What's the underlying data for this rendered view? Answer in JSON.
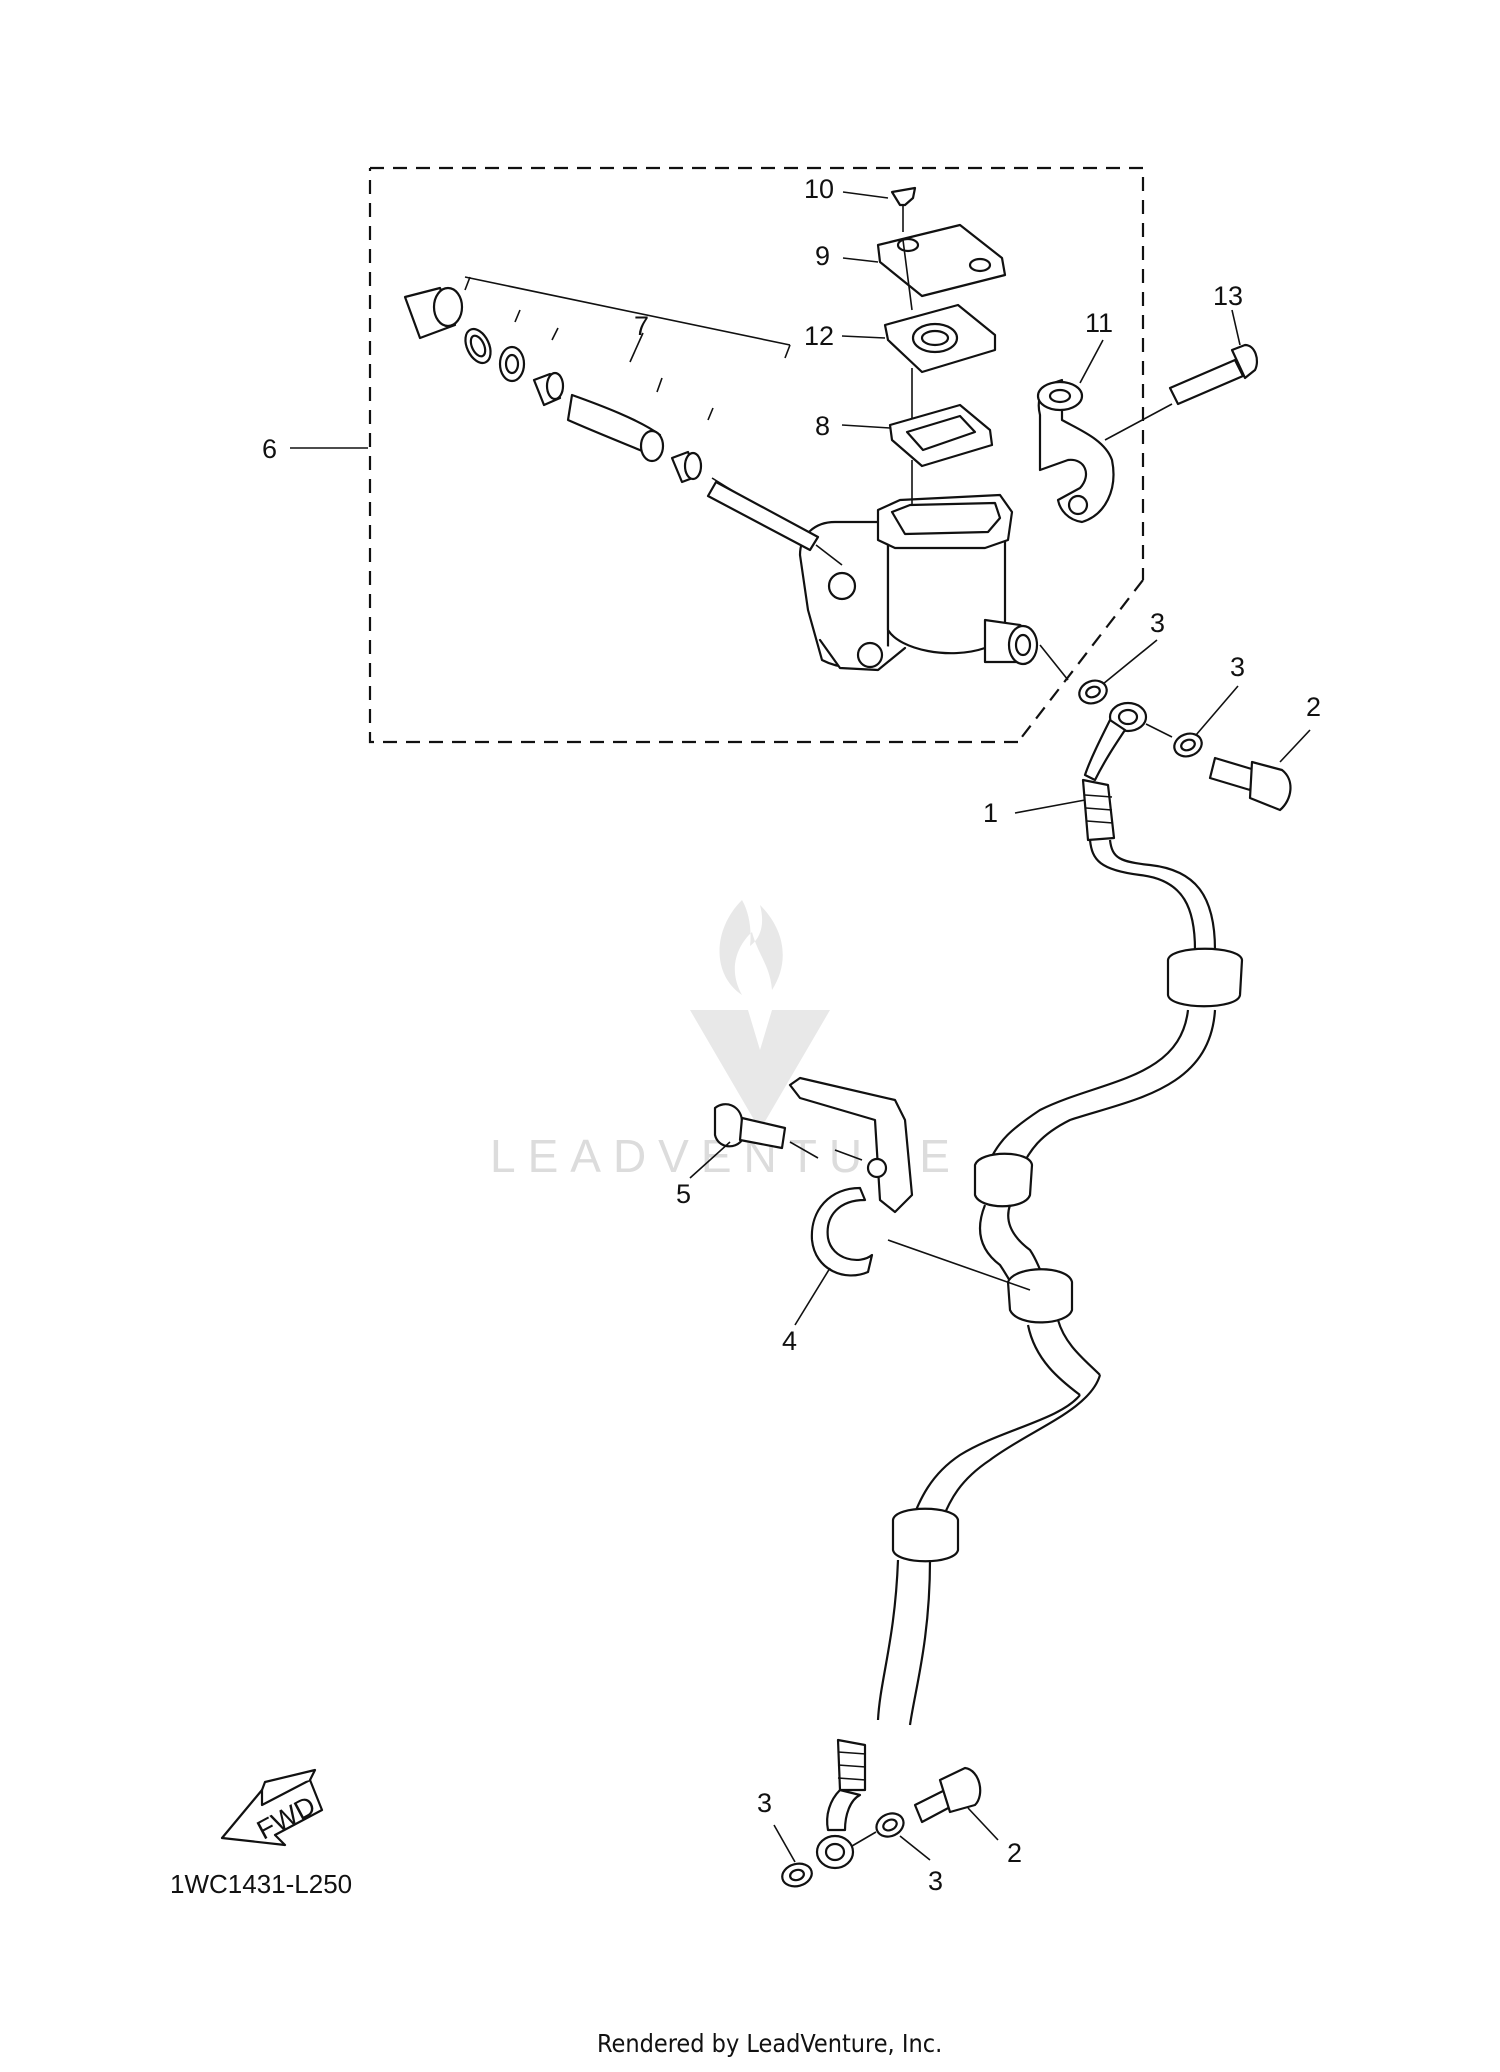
{
  "diagram": {
    "callouts": [
      {
        "id": "1",
        "text": "1"
      },
      {
        "id": "2a",
        "text": "2"
      },
      {
        "id": "2b",
        "text": "2"
      },
      {
        "id": "3a",
        "text": "3"
      },
      {
        "id": "3b",
        "text": "3"
      },
      {
        "id": "3c",
        "text": "3"
      },
      {
        "id": "3d",
        "text": "3"
      },
      {
        "id": "4",
        "text": "4"
      },
      {
        "id": "5",
        "text": "5"
      },
      {
        "id": "6",
        "text": "6"
      },
      {
        "id": "7",
        "text": "7"
      },
      {
        "id": "8",
        "text": "8"
      },
      {
        "id": "9",
        "text": "9"
      },
      {
        "id": "10",
        "text": "10"
      },
      {
        "id": "11",
        "text": "11"
      },
      {
        "id": "12",
        "text": "12"
      },
      {
        "id": "13",
        "text": "13"
      }
    ],
    "fwd_label": "FWD",
    "diagram_code": "1WC1431-L250",
    "watermark": "LEADVENTURE",
    "footer": "Rendered by LeadVenture, Inc."
  }
}
